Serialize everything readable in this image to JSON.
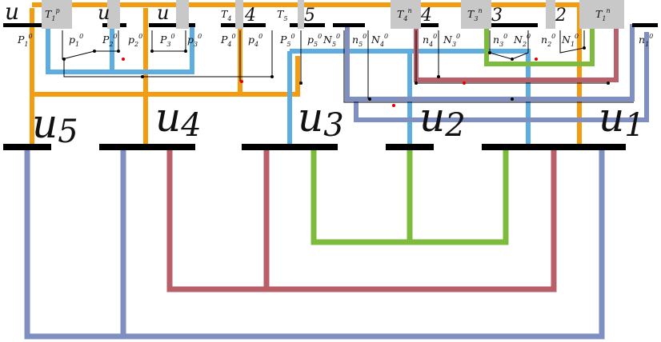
{
  "colors": {
    "orange": "#f39c12",
    "blue": "#5dade2",
    "slate": "#7f8fc1",
    "red": "#b95f6a",
    "green": "#7dbb3c",
    "black": "#000000",
    "box": "#c8c8c8",
    "dot_red": "#e00000"
  },
  "labels": {
    "u5": "u",
    "u5_sub": "5",
    "u4": "u",
    "u4_sub": "4",
    "u3": "u",
    "u3_sub": "3",
    "u2": "u",
    "u2_sub": "2",
    "u1": "u",
    "u1_sub": "1"
  },
  "top_labels": {
    "u": "u",
    "s5": "5",
    "s4": "4",
    "s3": "3",
    "s2": "2"
  },
  "boxes": [
    {
      "base": "T",
      "sub": "1",
      "sup": "p"
    },
    {
      "base": "T",
      "sub": "4",
      "sup": "n"
    },
    {
      "base": "T",
      "sub": "3",
      "sup": "n"
    },
    {
      "base": "T",
      "sub": "1",
      "sup": "n"
    }
  ],
  "terminals": {
    "P": "P",
    "p": "p",
    "N": "N",
    "n": "n",
    "T": "T",
    "zero": "0",
    "s1": "1",
    "s2": "2",
    "s3": "3",
    "s4": "4",
    "s5": "5"
  }
}
